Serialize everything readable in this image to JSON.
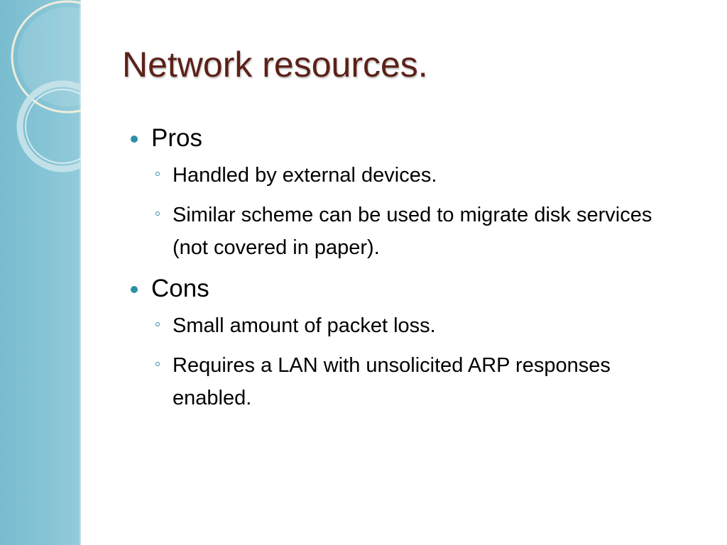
{
  "slide": {
    "title": "Network resources.",
    "sections": [
      {
        "label": "Pros",
        "items": [
          "Handled by external devices.",
          "Similar scheme can be used to migrate disk services (not covered in paper)."
        ]
      },
      {
        "label": "Cons",
        "items": [
          "Small amount of packet loss.",
          "Requires a LAN with unsolicited ARP responses enabled."
        ]
      }
    ]
  },
  "colors": {
    "title": "#5b2117",
    "bullet": "#2f8fa9",
    "side_band": "#86c5d6",
    "text": "#000000"
  },
  "icons": {
    "level1_bullet": "filled-circle-icon",
    "level2_bullet": "hollow-circle-icon"
  }
}
